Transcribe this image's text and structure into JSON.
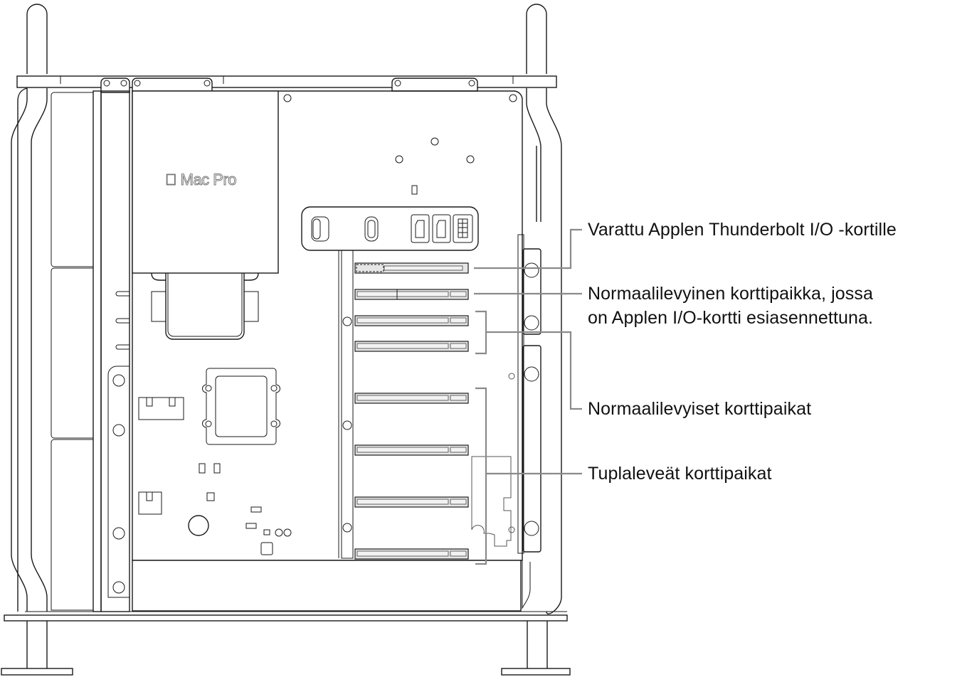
{
  "diagram": {
    "subject": "Mac Pro tower, side view with side panel removed",
    "product_logo": {
      "icon": "apple-logo-icon",
      "text": "Mac Pro"
    },
    "callout_color": "#8a8a8a",
    "line_color": "#1a1a1a",
    "callouts": [
      {
        "id": "thunderbolt-io",
        "text": "Varattu Applen Thunderbolt I/O -kortille"
      },
      {
        "id": "apple-io",
        "line1": "Normaalilevyinen korttipaikka, jossa",
        "line2": "on Applen I/O-kortti esiasennettuna."
      },
      {
        "id": "single-wide",
        "text": "Normaalilevyiset korttipaikat"
      },
      {
        "id": "double-wide",
        "text": "Tuplaleveät korttipaikat"
      }
    ],
    "pcie_slots": [
      {
        "index": 1,
        "type": "thunderbolt-io"
      },
      {
        "index": 2,
        "type": "apple-io"
      },
      {
        "index": 3,
        "type": "single-wide"
      },
      {
        "index": 4,
        "type": "single-wide"
      },
      {
        "index": 5,
        "type": "double-wide"
      },
      {
        "index": 6,
        "type": "double-wide"
      },
      {
        "index": 7,
        "type": "double-wide"
      },
      {
        "index": 8,
        "type": "double-wide"
      }
    ],
    "io_panel_ports": [
      "power-button-icon",
      "usb-c-port-icon",
      "sata-port-icon",
      "sata-port-icon",
      "aux-power-connector-icon"
    ]
  }
}
